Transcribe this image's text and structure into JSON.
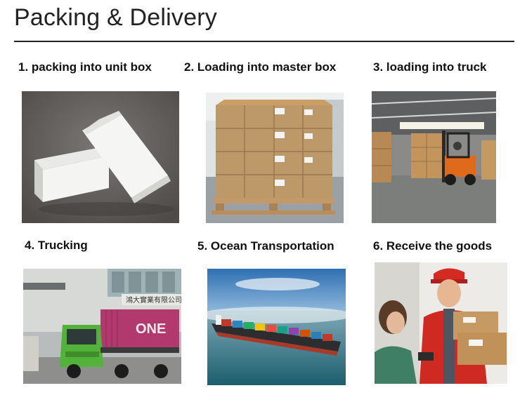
{
  "page": {
    "title": "Packing & Delivery"
  },
  "steps": [
    {
      "label": "1. packing into unit box",
      "image": "unit-boxes-photo"
    },
    {
      "label": "2. Loading into master box",
      "image": "pallet-master-boxes-photo"
    },
    {
      "label": "3. loading into truck",
      "image": "forklift-warehouse-photo"
    },
    {
      "label": "4. Trucking",
      "image": "green-truck-container-photo"
    },
    {
      "label": "5. Ocean Transportation",
      "image": "container-ship-photo"
    },
    {
      "label": "6. Receive the goods",
      "image": "delivery-man-photo"
    }
  ],
  "photo_text": {
    "container_brand": "ONE",
    "building_sign": "鴻大實業有限公司"
  }
}
